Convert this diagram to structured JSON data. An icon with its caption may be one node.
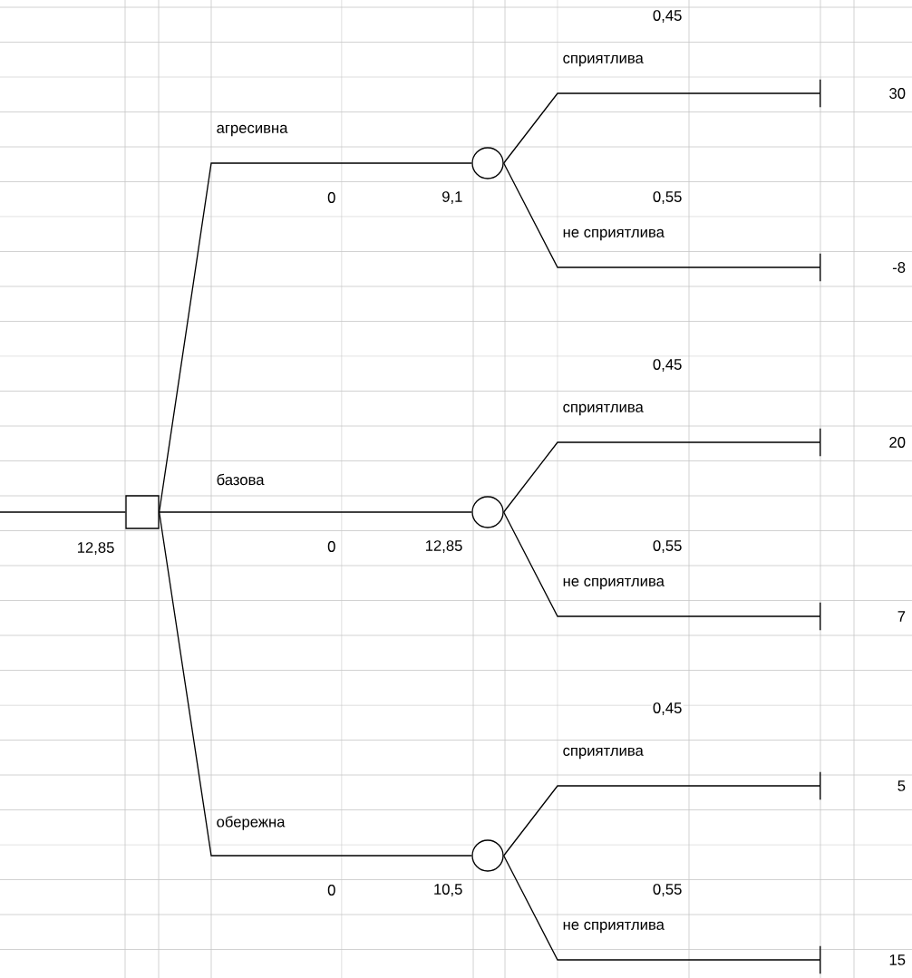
{
  "diagram": {
    "nodes": [
      {
        "text": [],
        "shape": "box",
        "beside": [
          "12,85"
        ]
      },
      {
        "text": [],
        "shape": "circle",
        "beside": [
          "9,1"
        ]
      },
      {
        "text": [],
        "shape": "circle",
        "beside": [
          "12,85"
        ]
      },
      {
        "text": [],
        "shape": "circle",
        "beside": [
          "10,5"
        ]
      },
      {
        "text": [
          "30"
        ]
      },
      {
        "text": [
          "-8"
        ]
      },
      {
        "text": [
          "20"
        ]
      },
      {
        "text": [
          "7"
        ]
      },
      {
        "text": [
          "5"
        ]
      },
      {
        "text": [
          "15"
        ]
      }
    ],
    "edges": [
      {
        "from": null,
        "to": 0,
        "arrow": "none"
      },
      {
        "from": 0,
        "to": 1,
        "arrow": "none",
        "label": "агресивна"
      },
      {
        "from": 0,
        "to": 2,
        "arrow": "none",
        "label": "базова"
      },
      {
        "from": 0,
        "to": 3,
        "arrow": "none",
        "label": "обережна"
      },
      {
        "from": 1,
        "to": 4,
        "arrow": "none",
        "label": "сприятлива"
      },
      {
        "from": 1,
        "to": 5,
        "arrow": "none",
        "label": "не сприятлива"
      },
      {
        "from": 2,
        "to": 6,
        "arrow": "none",
        "label": "сприятлива"
      },
      {
        "from": 2,
        "to": 7,
        "arrow": "none",
        "label": "не сприятлива"
      },
      {
        "from": 3,
        "to": 8,
        "arrow": "none",
        "label": "сприятлива"
      },
      {
        "from": 3,
        "to": 9,
        "arrow": "none",
        "label": "не сприятлива"
      }
    ],
    "labels": [
      "0,45",
      "0",
      "0,55",
      "0,45",
      "0",
      "0,55",
      "0,45",
      "0",
      "0,55"
    ]
  }
}
